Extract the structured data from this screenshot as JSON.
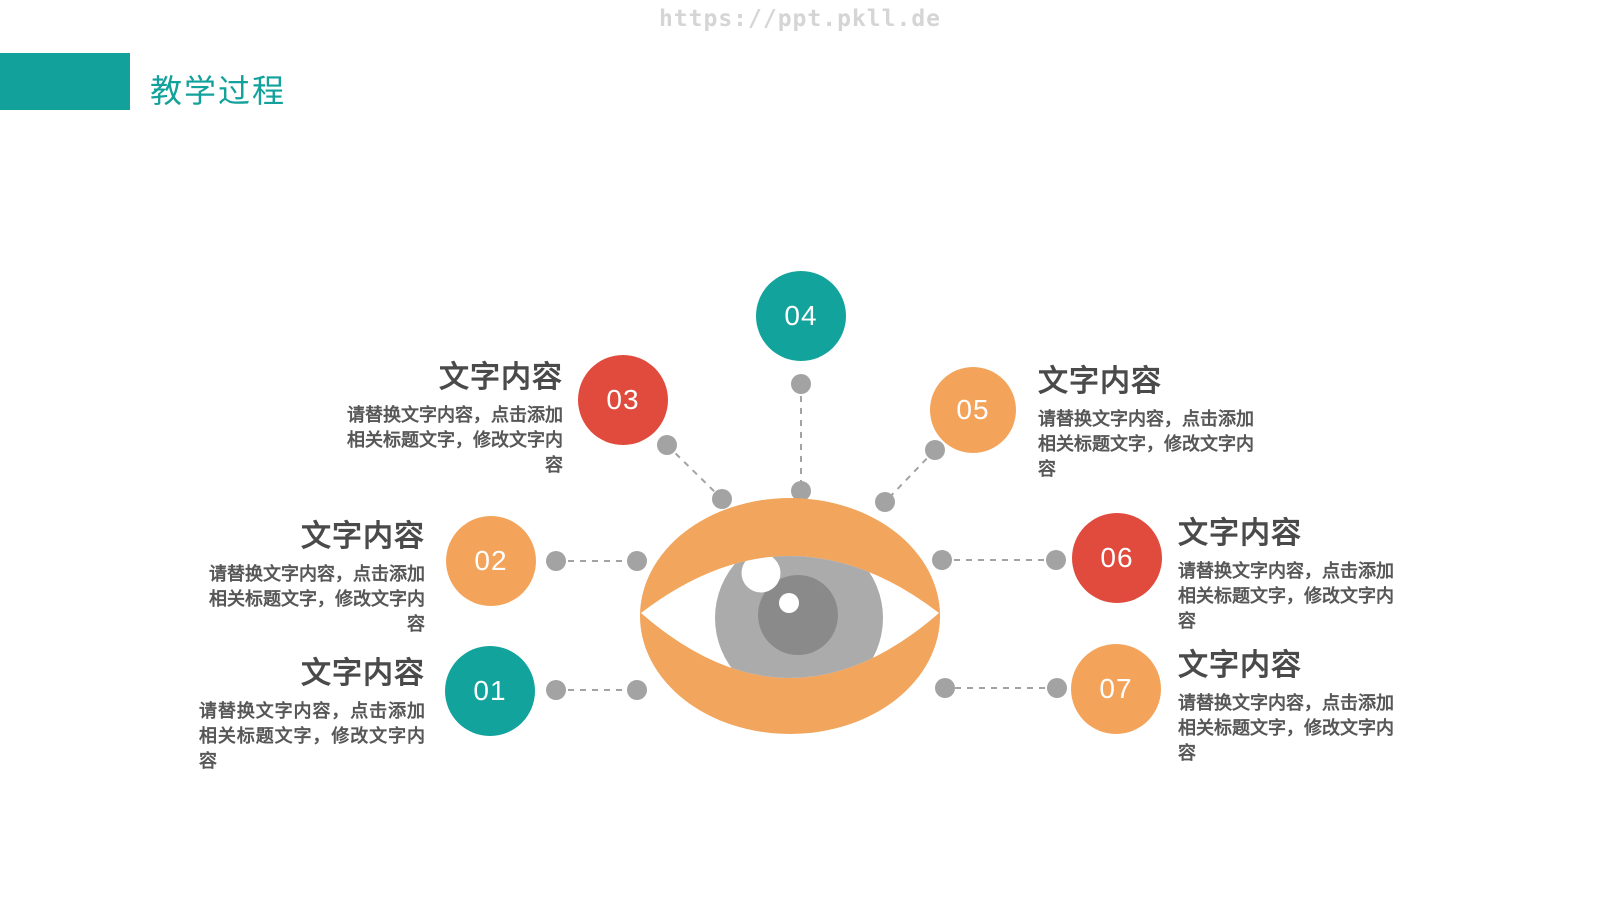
{
  "watermark": {
    "text": "https://ppt.pkll.de",
    "color": "#d5d5d5"
  },
  "header": {
    "title": "教学过程",
    "accent_color": "#12a19b",
    "title_color": "#12a19b"
  },
  "palette": {
    "teal": "#12a39c",
    "red": "#e04b3d",
    "orange": "#f4a45a",
    "connector_gray": "#a3a3a3"
  },
  "eye": {
    "lid_color": "#f2a55c",
    "iris_color": "#ababab",
    "pupil_color": "#8a8a8a",
    "highlight_color": "#ffffff"
  },
  "placeholder": {
    "title": "文字内容",
    "body": "请替换文字内容，点击添加相关标题文字，修改文字内容"
  },
  "items": [
    {
      "number": "01",
      "color": "#12a39c",
      "title": "文字内容",
      "body": "请替换文字内容，点击添加相关标题文字，修改文字内容"
    },
    {
      "number": "02",
      "color": "#f4a45a",
      "title": "文字内容",
      "body": "请替换文字内容，点击添加相关标题文字，修改文字内容"
    },
    {
      "number": "03",
      "color": "#e04b3d",
      "title": "文字内容",
      "body": "请替换文字内容，点击添加相关标题文字，修改文字内容"
    },
    {
      "number": "04",
      "color": "#12a39c"
    },
    {
      "number": "05",
      "color": "#f4a45a",
      "title": "文字内容",
      "body": "请替换文字内容，点击添加相关标题文字，修改文字内容"
    },
    {
      "number": "06",
      "color": "#e04b3d",
      "title": "文字内容",
      "body": "请替换文字内容，点击添加相关标题文字，修改文字内容"
    },
    {
      "number": "07",
      "color": "#f4a45a",
      "title": "文字内容",
      "body": "请替换文字内容，点击添加相关标题文字，修改文字内容"
    }
  ]
}
